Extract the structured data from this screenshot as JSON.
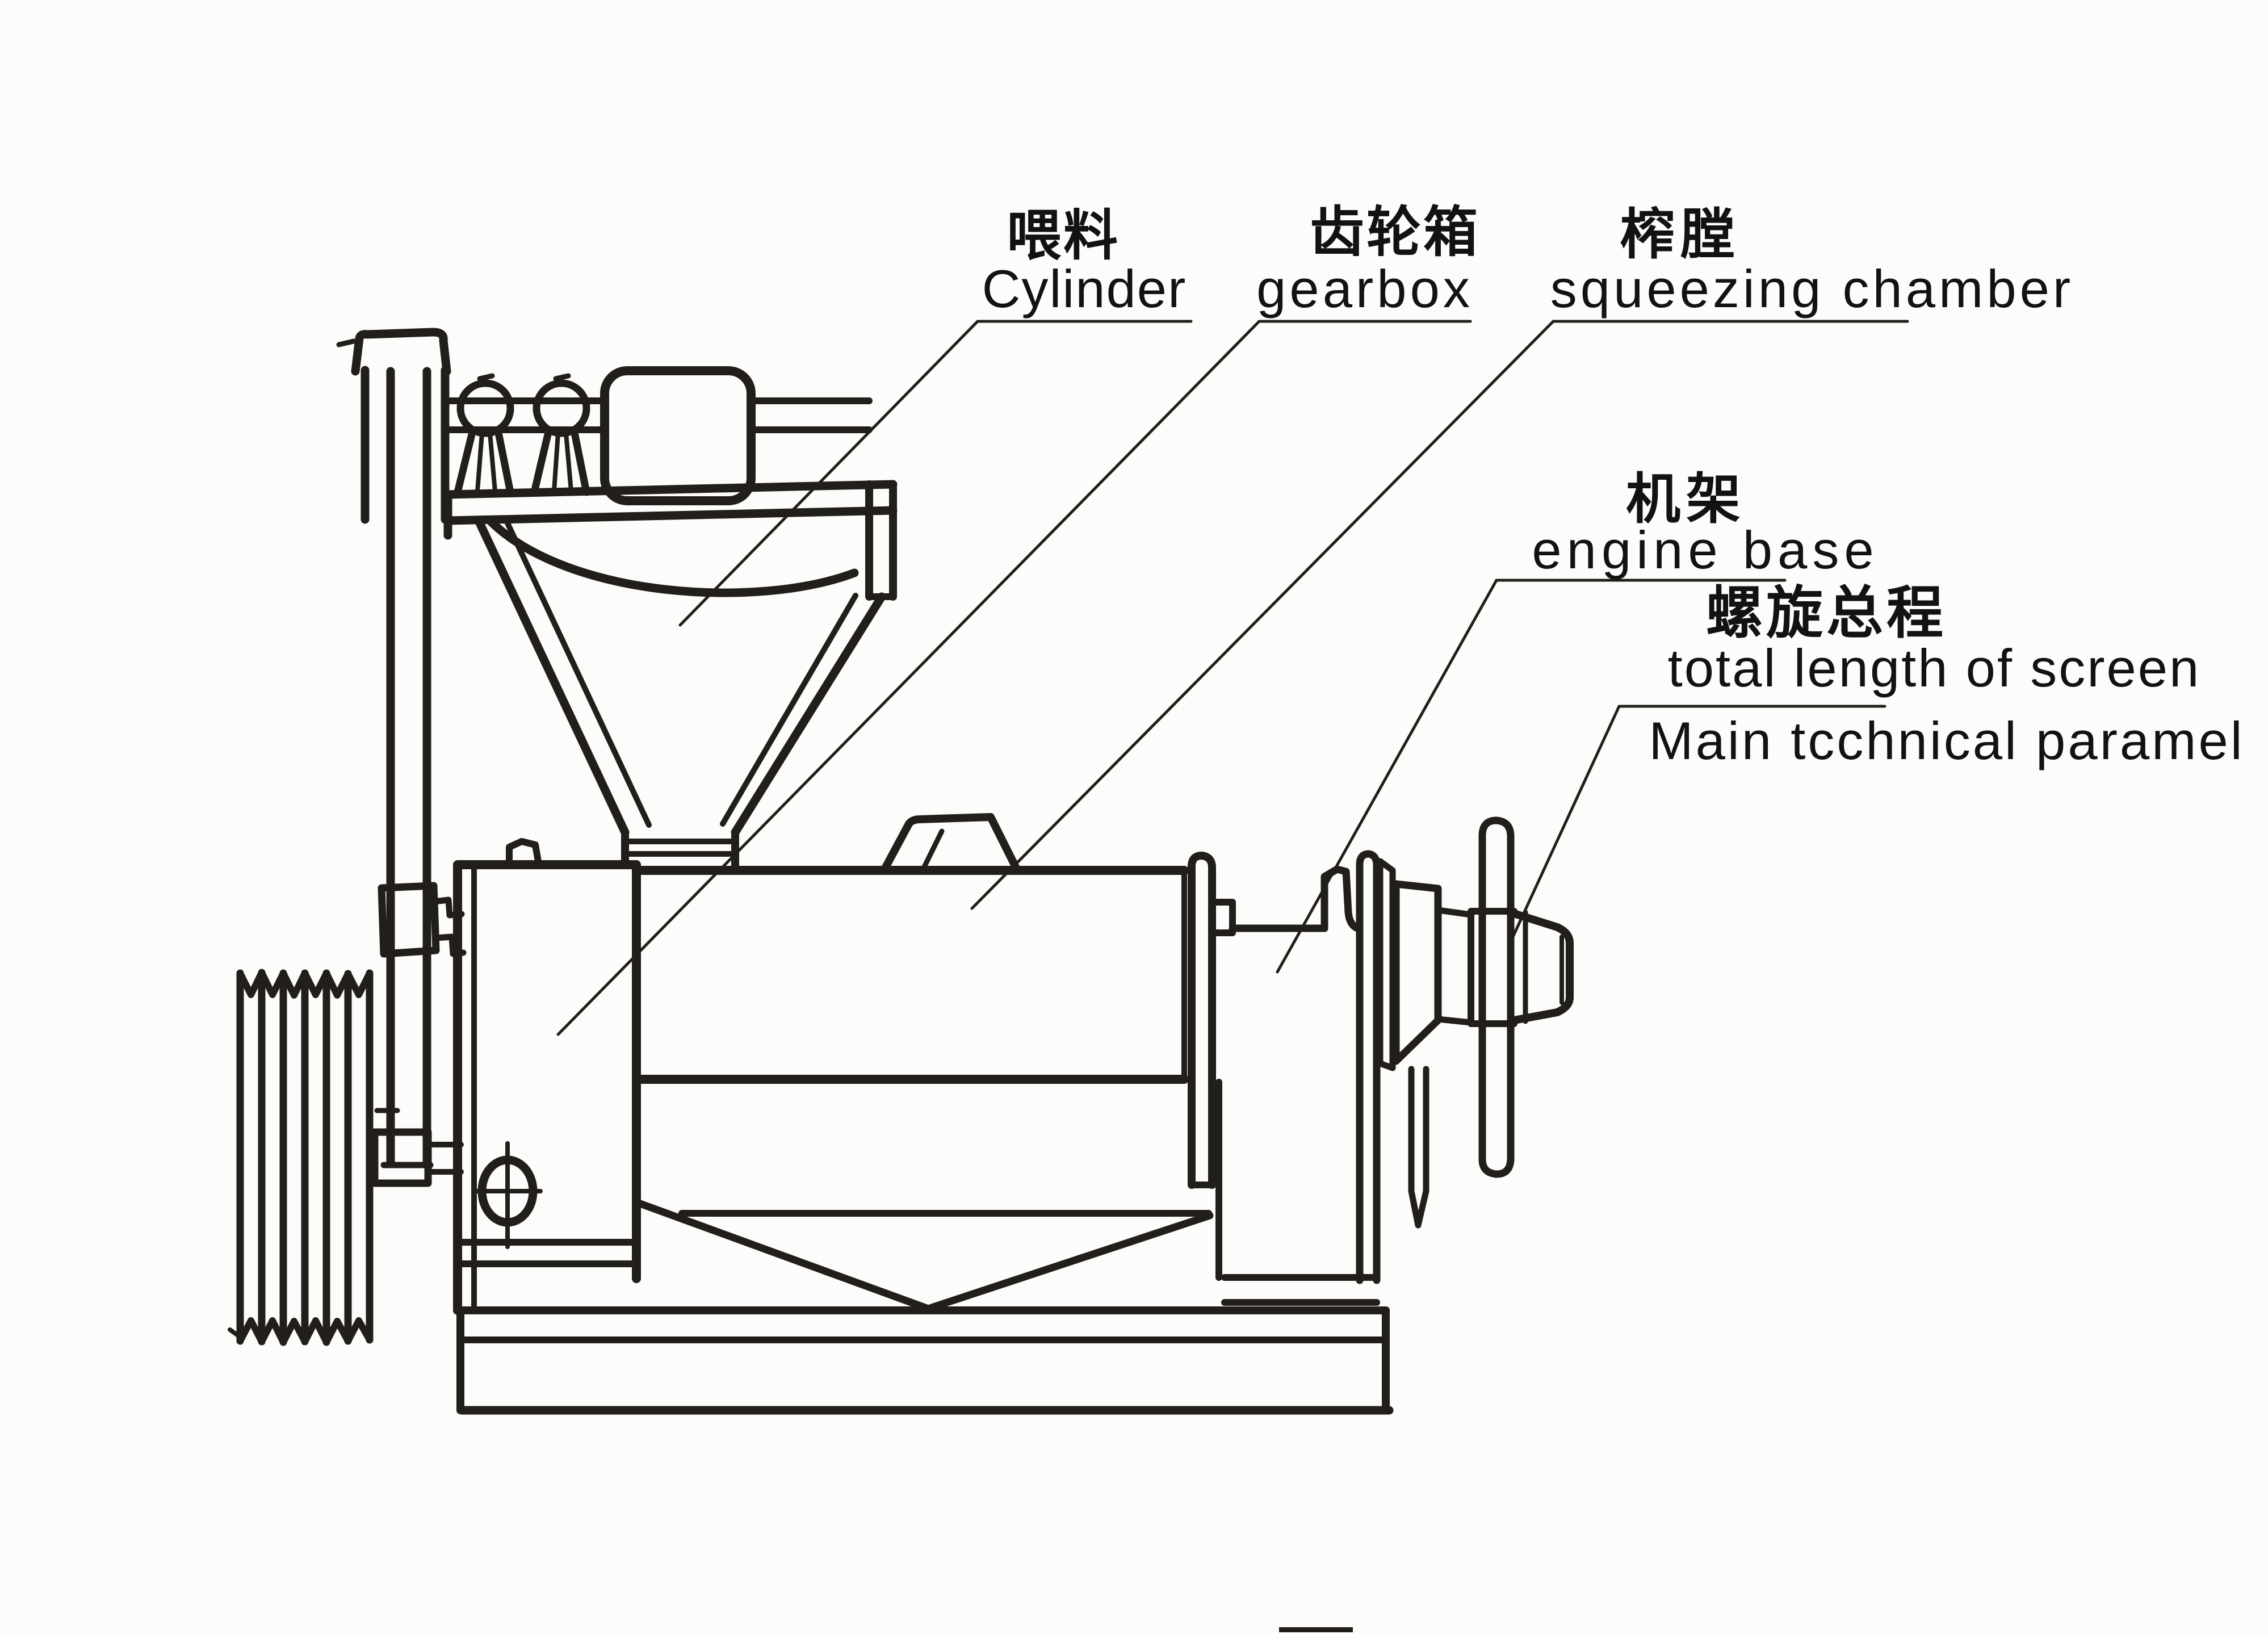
{
  "colors": {
    "ink": "#221e1b",
    "paper": "#fcfcfa",
    "text": "#141210"
  },
  "diagram": {
    "description": "hand-drawn side view of a screw oil press machine with callout labels",
    "labels": {
      "feed": {
        "zh": "喂料",
        "en": "Cylinder"
      },
      "gearbox": {
        "zh": "齿轮箱",
        "en": "gearbox"
      },
      "squeezing": {
        "zh": "榨膛",
        "en": "squeezing chamber"
      },
      "frame": {
        "zh": "机架",
        "en": "engine base"
      },
      "screw": {
        "zh": "螺旋总程",
        "en": "total length of screen"
      },
      "heading": {
        "en": "Main tcchnical paramel"
      }
    }
  }
}
